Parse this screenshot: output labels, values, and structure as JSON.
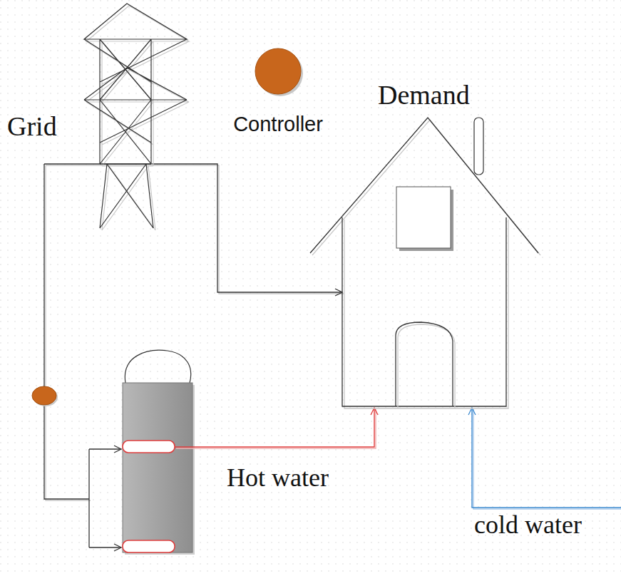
{
  "diagram": {
    "nodes": [
      {
        "text": [
          "Grid"
        ]
      },
      {
        "text": [
          "Controller"
        ]
      },
      {
        "text": [
          "Demand"
        ]
      }
    ],
    "edges": [
      {
        "from": 0,
        "to": 2,
        "arrow": "to"
      }
    ],
    "labels": [
      "Hot water",
      "cold water"
    ]
  }
}
